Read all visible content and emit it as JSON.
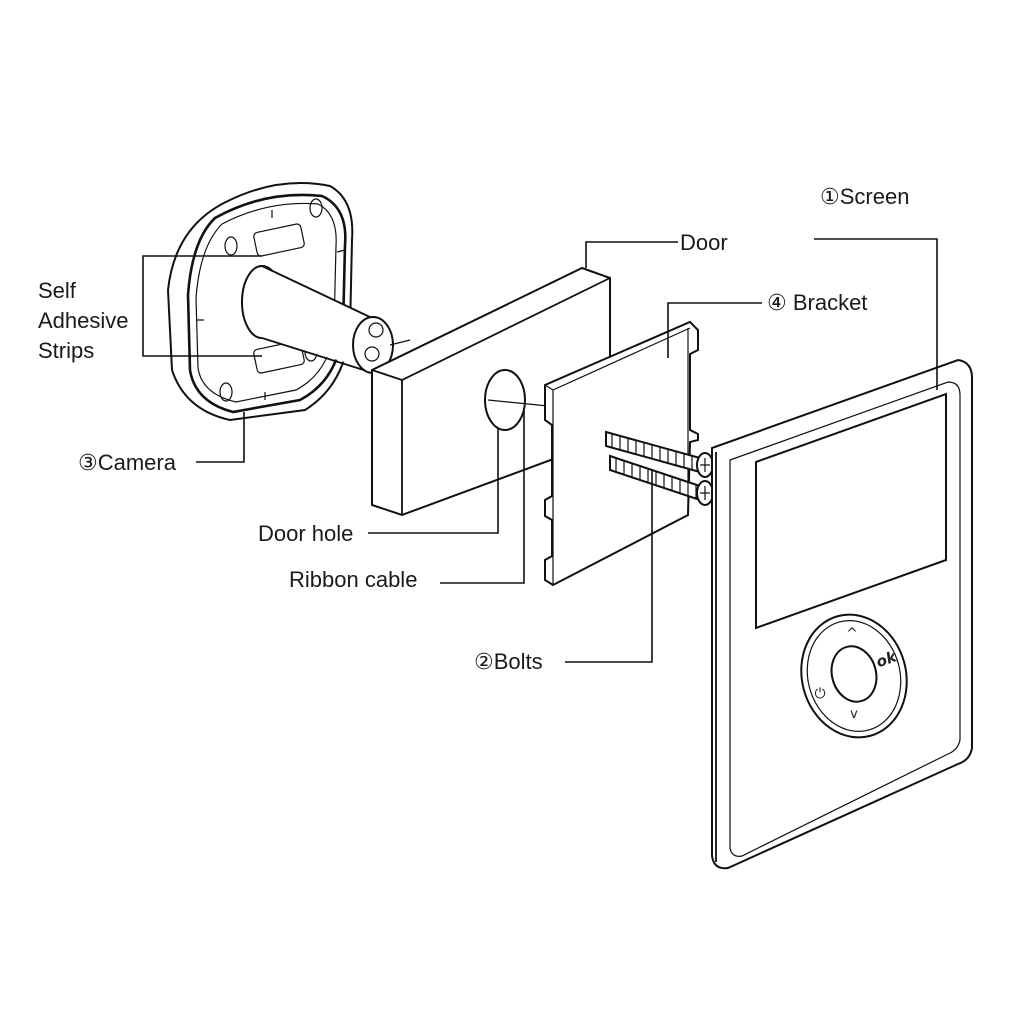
{
  "labels": {
    "screen": "①Screen",
    "door": "Door",
    "bracket": "④  Bracket",
    "self_adhesive_1": "Self",
    "self_adhesive_2": "Adhesive",
    "self_adhesive_3": "Strips",
    "camera": "③Camera",
    "door_hole": "Door hole",
    "ribbon_cable": "Ribbon cable",
    "bolts": "②Bolts"
  },
  "screen_buttons": {
    "up": "^",
    "down": "v",
    "ok": "ok",
    "power": "⏻"
  }
}
